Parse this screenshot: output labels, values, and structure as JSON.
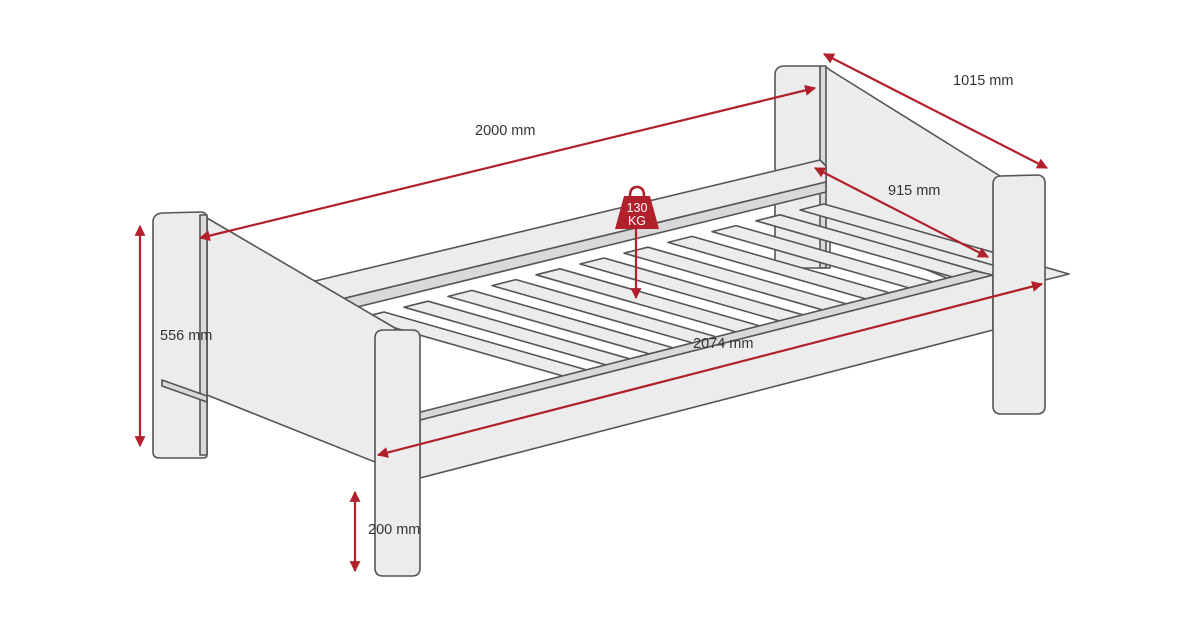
{
  "dimensions": {
    "length_inner": "2000 mm",
    "width_outer": "1015 mm",
    "width_inner": "915 mm",
    "height_total": "556 mm",
    "length_outer": "2074 mm",
    "clearance_height": "200 mm"
  },
  "weight_badge": {
    "value": "130",
    "unit": "KG"
  },
  "colors": {
    "accent": "#b0212b",
    "frame": "#ececec",
    "outline": "#555555"
  }
}
